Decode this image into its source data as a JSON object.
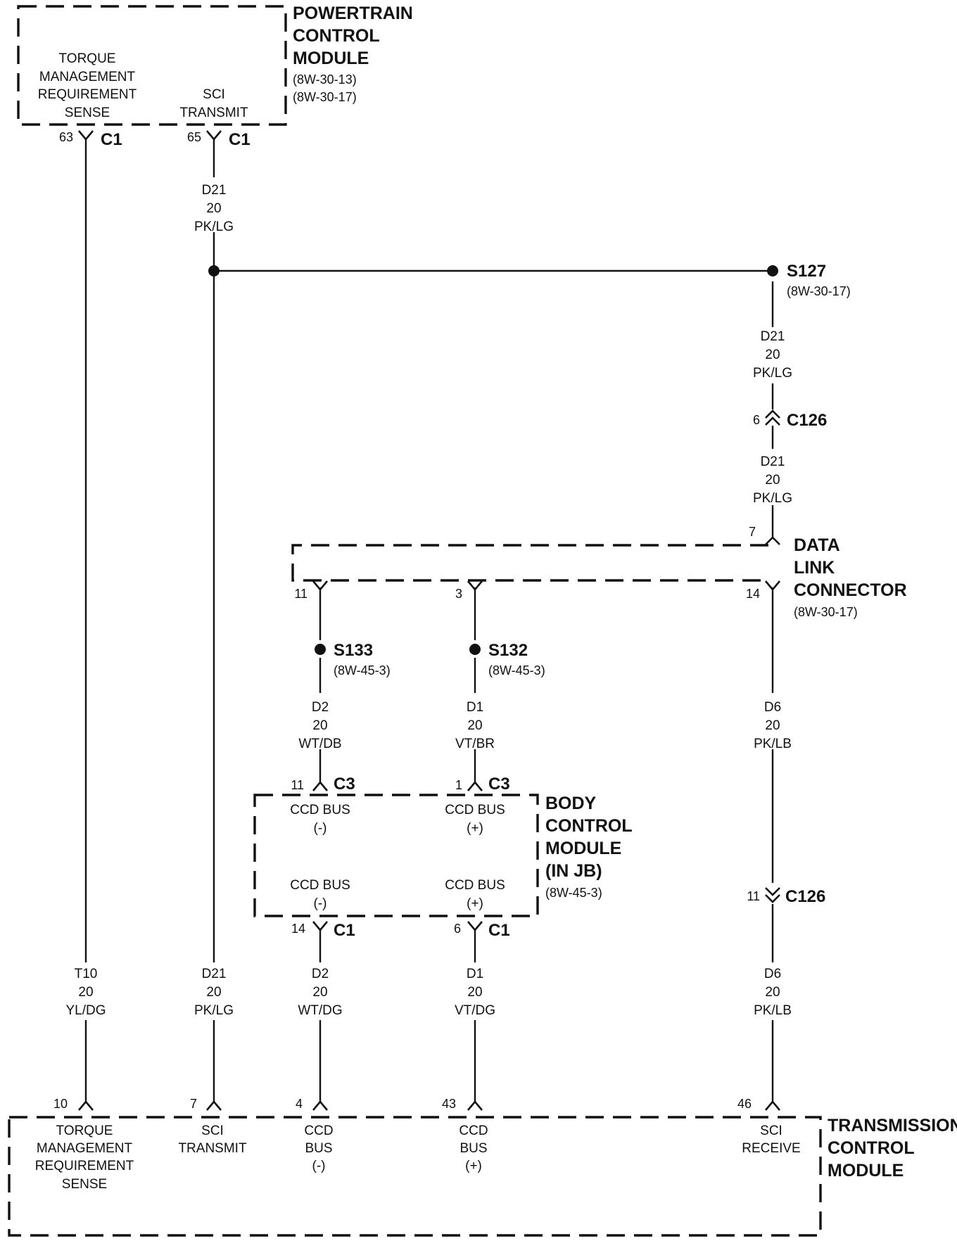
{
  "pcm": {
    "title": [
      "POWERTRAIN",
      "CONTROL",
      "MODULE"
    ],
    "refs": [
      "(8W-30-13)",
      "(8W-30-17)"
    ],
    "func_torque": [
      "TORQUE",
      "MANAGEMENT",
      "REQUIREMENT",
      "SENSE"
    ],
    "func_sci": [
      "SCI",
      "TRANSMIT"
    ],
    "pin_torque": "63",
    "pin_sci": "65",
    "connector": "C1"
  },
  "wires": {
    "d21_top": [
      "D21",
      "20",
      "PK/LG"
    ],
    "d21_s127": [
      "D21",
      "20",
      "PK/LG"
    ],
    "d21_c126": [
      "D21",
      "20",
      "PK/LG"
    ],
    "d2_top": [
      "D2",
      "20",
      "WT/DB"
    ],
    "d1_top": [
      "D1",
      "20",
      "VT/BR"
    ],
    "d6_top": [
      "D6",
      "20",
      "PK/LB"
    ],
    "t10": [
      "T10",
      "20",
      "YL/DG"
    ],
    "d21_bot": [
      "D21",
      "20",
      "PK/LG"
    ],
    "d2_bot": [
      "D2",
      "20",
      "WT/DG"
    ],
    "d1_bot": [
      "D1",
      "20",
      "VT/DG"
    ],
    "d6_bot": [
      "D6",
      "20",
      "PK/LB"
    ]
  },
  "splices": {
    "s127": {
      "name": "S127",
      "ref": "(8W-30-17)"
    },
    "s133": {
      "name": "S133",
      "ref": "(8W-45-3)"
    },
    "s132": {
      "name": "S132",
      "ref": "(8W-45-3)"
    }
  },
  "c126": {
    "name": "C126",
    "pin_top": "6",
    "pin_bot": "11"
  },
  "dlc": {
    "title": [
      "DATA",
      "LINK",
      "CONNECTOR"
    ],
    "ref": "(8W-30-17)",
    "pin_7": "7",
    "pin_11": "11",
    "pin_3": "3",
    "pin_14": "14"
  },
  "bcm": {
    "title": [
      "BODY",
      "CONTROL",
      "MODULE",
      "(IN JB)"
    ],
    "ref": "(8W-45-3)",
    "c3": "C3",
    "c1": "C1",
    "pin_c3_11": "11",
    "pin_c3_1": "1",
    "pin_c1_14": "14",
    "pin_c1_6": "6",
    "ccd_minus_top": [
      "CCD BUS",
      "(-)"
    ],
    "ccd_plus_top": [
      "CCD BUS",
      "(+)"
    ],
    "ccd_minus_bot": [
      "CCD BUS",
      "(-)"
    ],
    "ccd_plus_bot": [
      "CCD BUS",
      "(+)"
    ]
  },
  "tcm": {
    "title": [
      "TRANSMISSION",
      "CONTROL",
      "MODULE"
    ],
    "pin_10": "10",
    "pin_7": "7",
    "pin_4": "4",
    "pin_43": "43",
    "pin_46": "46",
    "func_torque": [
      "TORQUE",
      "MANAGEMENT",
      "REQUIREMENT",
      "SENSE"
    ],
    "func_sci_tx": [
      "SCI",
      "TRANSMIT"
    ],
    "func_ccd_minus": [
      "CCD",
      "BUS",
      "(-)"
    ],
    "func_ccd_plus": [
      "CCD",
      "BUS",
      "(+)"
    ],
    "func_sci_rx": [
      "SCI",
      "RECEIVE"
    ]
  }
}
